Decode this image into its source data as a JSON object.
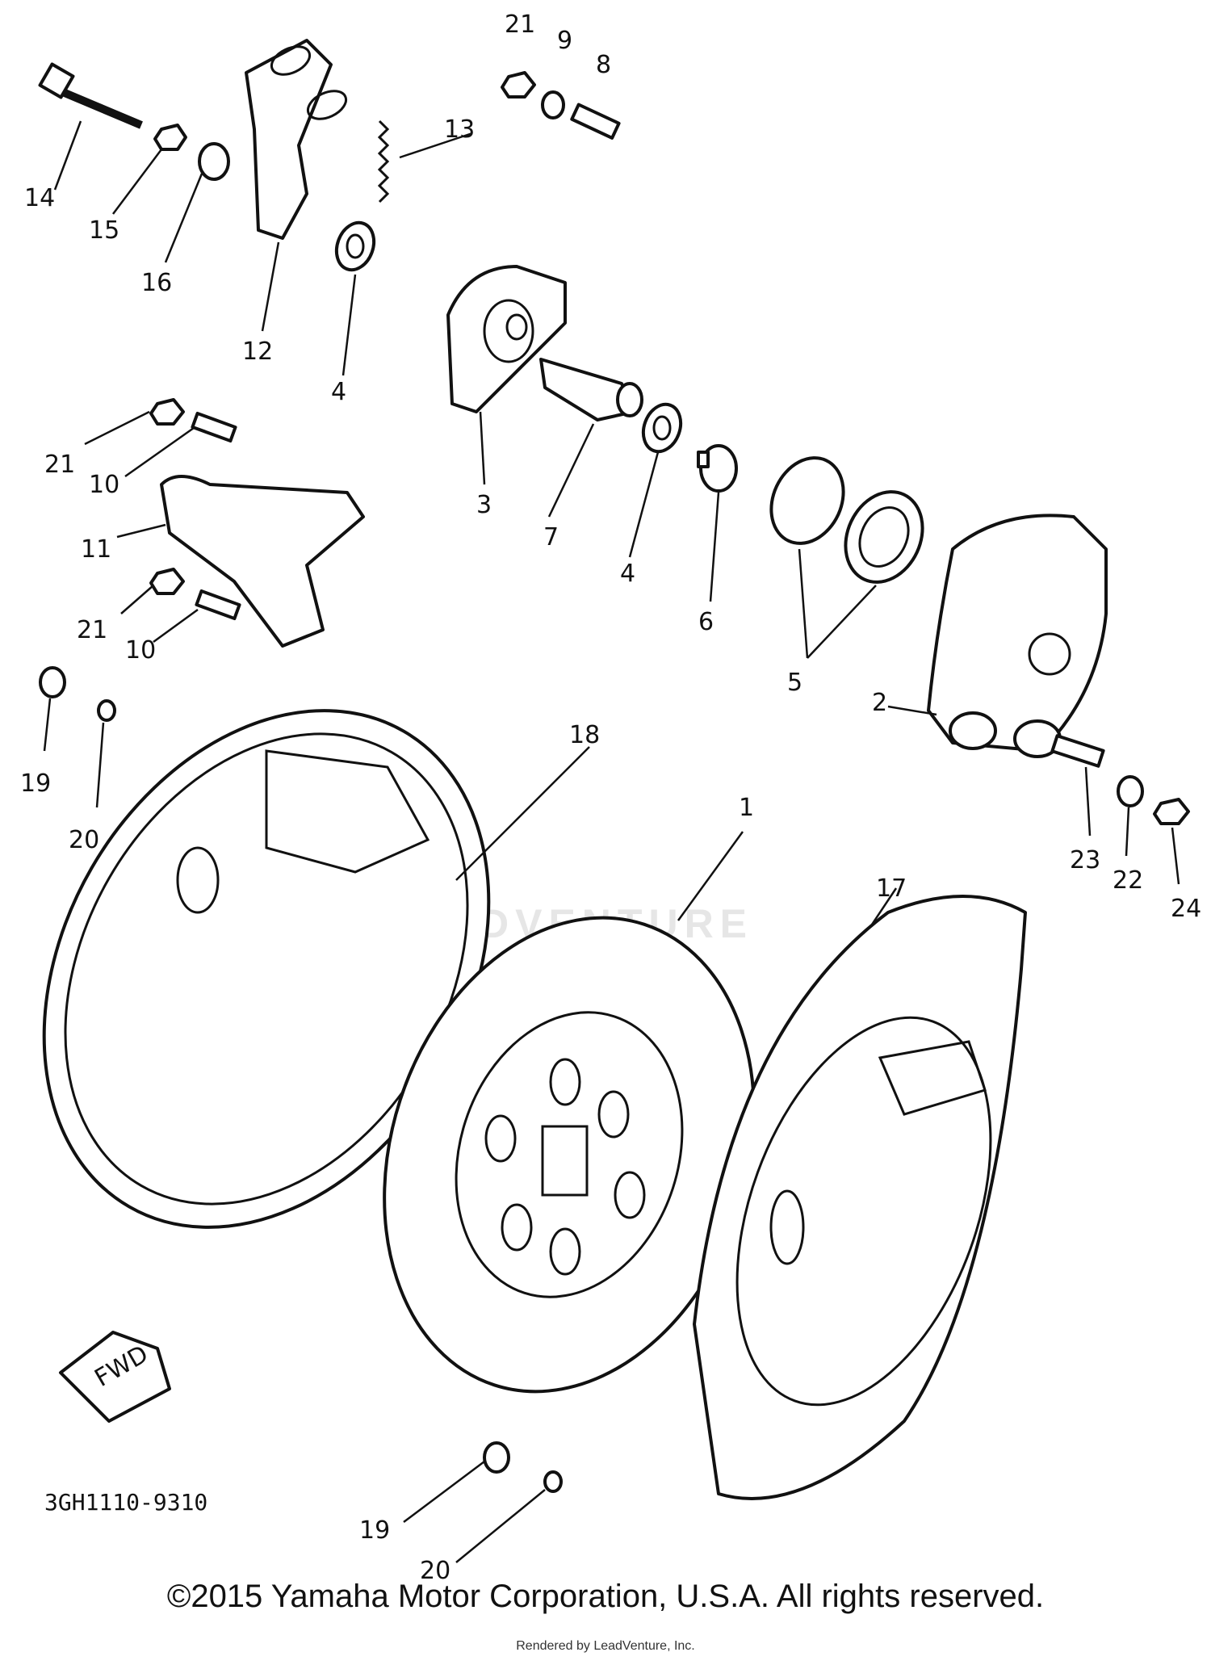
{
  "diagram_code": "3GH1110-9310",
  "fwd_arrow": "FWD",
  "copyright": "©2015 Yamaha Motor Corporation, U.S.A. All rights reserved.",
  "rendered_by": "Rendered by LeadVenture, Inc.",
  "watermark": "LEADVENTURE",
  "callouts": [
    "1",
    "2",
    "3",
    "4",
    "4",
    "5",
    "6",
    "7",
    "8",
    "9",
    "10",
    "10",
    "11",
    "12",
    "13",
    "14",
    "15",
    "16",
    "17",
    "18",
    "19",
    "19",
    "20",
    "20",
    "21",
    "21",
    "21",
    "22",
    "23",
    "24"
  ]
}
